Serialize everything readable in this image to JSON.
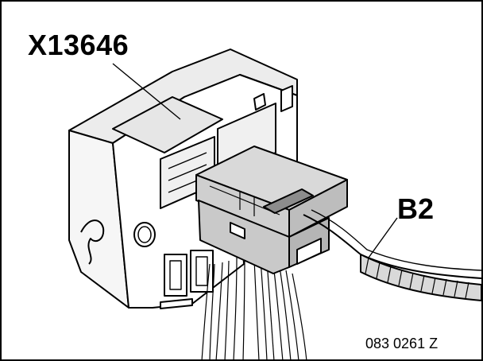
{
  "callouts": {
    "connector_label": "X13646",
    "cable_label": "B2"
  },
  "figure_code": "083 0261 Z",
  "colors": {
    "ink": "#000000",
    "paper": "#ffffff",
    "shade": "#d9d9d9",
    "dark_shade": "#8c8c8c"
  }
}
